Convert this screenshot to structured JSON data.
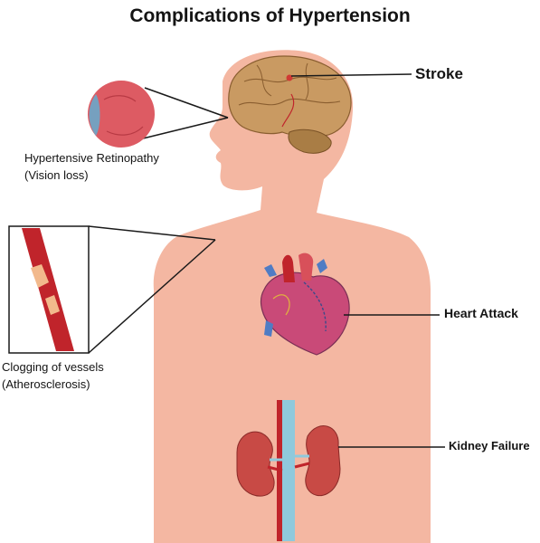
{
  "title": "Complications of Hypertension",
  "labels": {
    "stroke": "Stroke",
    "retinopathy": {
      "line1": "Hypertensive Retinopathy",
      "line2": "(Vision loss)"
    },
    "vessels": {
      "line1": "Clogging of vessels",
      "line2": "(Atherosclerosis)"
    },
    "heart": "Heart Attack",
    "kidney": "Kidney Failure"
  },
  "colors": {
    "skin": "#f4b7a2",
    "brain": "#c99a62",
    "eye": "#dd5b63",
    "vessel": "#c0242b",
    "plaque": "#f2b98c",
    "kidney": "#c84a45",
    "aorta": "#8fc9dc",
    "heart": "#c94a78"
  }
}
